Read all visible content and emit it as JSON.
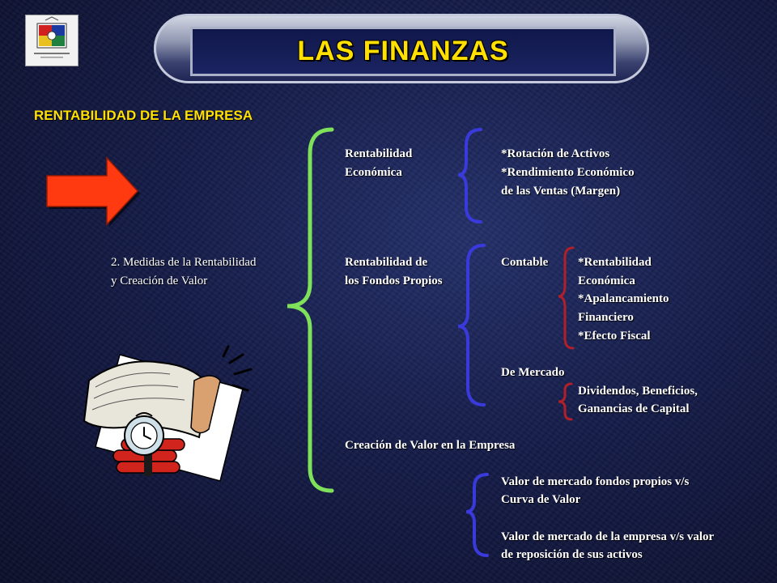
{
  "slide": {
    "title": "LAS FINANZAS",
    "section_title": "RENTABILIDAD DE LA EMPRESA"
  },
  "left": {
    "line1": "2. Medidas de la Rentabilidad",
    "line2": "y Creación de Valor"
  },
  "economica": {
    "label_line1": "Rentabilidad",
    "label_line2": "Económica",
    "item1": "*Rotación de Activos",
    "item2": "*Rendimiento Económico",
    "item3": "de las Ventas (Margen)"
  },
  "fondos_propios": {
    "label_line1": "Rentabilidad de",
    "label_line2": "los Fondos Propios",
    "contable": {
      "label": "Contable",
      "items": [
        "*Rentabilidad",
        "Económica",
        "*Apalancamiento",
        "Financiero",
        "*Efecto Fiscal"
      ]
    },
    "mercado": {
      "label": "De Mercado",
      "items": [
        "Dividendos, Beneficios,",
        "Ganancias de Capital"
      ]
    }
  },
  "creacion_valor": {
    "label": "Creación de Valor en la Empresa",
    "items": [
      "Valor de mercado fondos propios v/s",
      "Curva de Valor",
      "Valor de mercado de la empresa v/s valor",
      "de reposición de sus activos"
    ]
  },
  "colors": {
    "title_text": "#ffe000",
    "arrow": "#ff3a10",
    "brace_green": "#7fe05a",
    "brace_blue": "#3a3adc",
    "brace_red": "#b0202a"
  },
  "icons": [
    "university-logo",
    "red-arrow-icon",
    "newspaper-dynamite-clipart"
  ]
}
